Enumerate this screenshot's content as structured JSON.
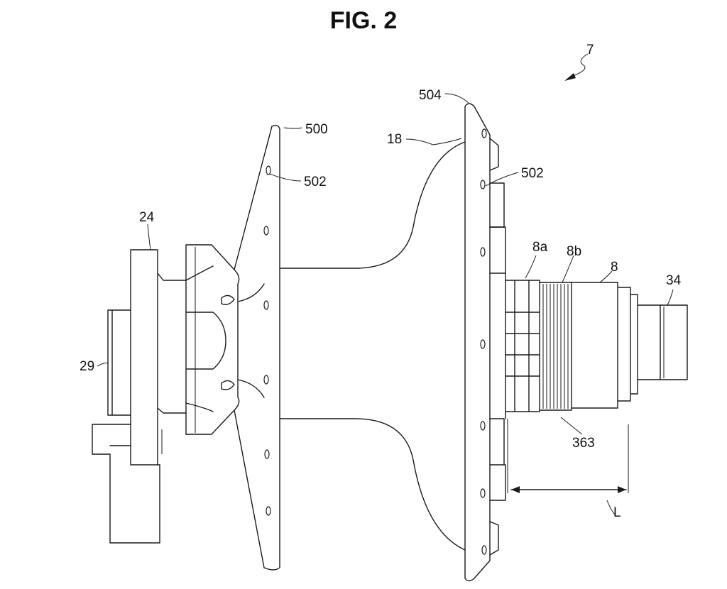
{
  "figure": {
    "title": "FIG. 2",
    "labels": {
      "ref_7": "7",
      "ref_504": "504",
      "ref_500": "500",
      "ref_18": "18",
      "ref_502_left": "502",
      "ref_502_right": "502",
      "ref_24": "24",
      "ref_8a": "8a",
      "ref_8b": "8b",
      "ref_8": "8",
      "ref_34": "34",
      "ref_29": "29",
      "ref_363": "363",
      "ref_L": "L"
    }
  }
}
